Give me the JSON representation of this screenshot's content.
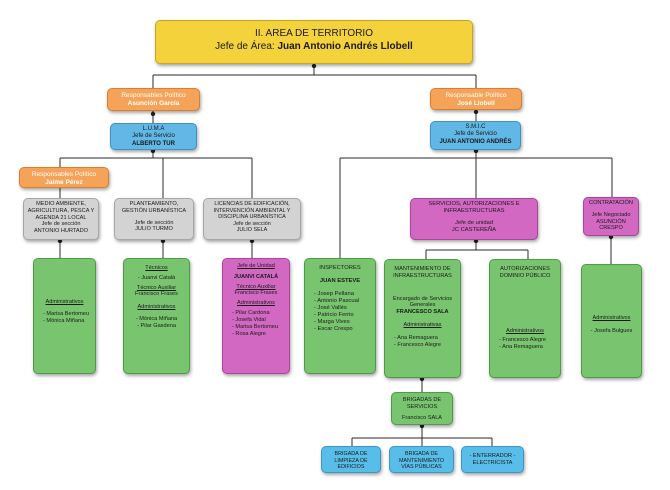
{
  "header": {
    "title": "II. AREA DE TERRITORIO",
    "subtitle_prefix": "Jefe de Área:",
    "subtitle_name": "Juan Antonio Andrés Llobell"
  },
  "political": {
    "left": {
      "role": "Responsables Político",
      "name": "Asunción García"
    },
    "right": {
      "role": "Responsable Político",
      "name": "José Llobell"
    },
    "third": {
      "role": "Responsables Político",
      "name": "Jaime Pérez"
    }
  },
  "services": {
    "luma": {
      "name": "L.U.M.A",
      "role": "Jefe de Servicio",
      "person": "ALBERTO TUR"
    },
    "smic": {
      "name": "S.M.I.C",
      "role": "Jefe de Servicio",
      "person": "JUAN ANTONIO ANDRÉS"
    }
  },
  "sections": {
    "medio": {
      "title": "MEDIO AMBIENTE, AGRICULTURA, PESCA Y AGENDA 21 LOCAL",
      "role": "Jefe de sección",
      "person": "ANTONIO HURTADO"
    },
    "planeamiento": {
      "title": "PLANTEAMIENTO, GESTIÓN URBANÍSTICA",
      "role": "Jefe de sección",
      "person": "JULIO TURMO"
    },
    "licencias": {
      "title": "LICENCIAS DE EDIFICACIÓN, INTERVENCIÓN AMBIENTAL Y DISCIPLINA URBANÍSTICA",
      "role": "Jefe de sección",
      "person": "JULIO SELA"
    },
    "servicios": {
      "title": "SERVICIOS, AUTORIZACIONES E INFRAESTRUCTURAS",
      "role": "Jefe de unidad",
      "person": "JC CASTEREÑA"
    },
    "contratacion": {
      "title": "CONTRATACIÓN",
      "role": "Jefe Negociado",
      "person": "ASUNCIÓN CRESPO"
    }
  },
  "units": {
    "medio": {
      "heading": "Administrativos",
      "items": [
        "- Marisa Bertomeu",
        "- Mónica Miñana"
      ]
    },
    "planeamiento": {
      "h1": "Técnicos",
      "i1": "- Juanvi Catalá",
      "h2": "Técnico Auxiliar",
      "i2": "Francisco Frases",
      "h3": "Administrativos",
      "i3": "- Mónica Miñana",
      "i4": "- Pilar Gasdena"
    },
    "licencias": {
      "h1": "Jefe de Unidad",
      "p1": "JUANVI CATALÁ",
      "h2": "Técnico Auxiliar",
      "p2": "Francisco Frases",
      "h3": "Administrativos",
      "items": [
        "- Pilar Cardona",
        "- Josefa Vidal",
        "- Marisa Bertomeu",
        "- Rosa Alegre"
      ]
    },
    "inspectores": {
      "title": "INSPECTORES",
      "person": "JUAN ESTEVE",
      "items": [
        "- Josep Pellana",
        "- Antonio Pascual",
        "- José Vallés",
        "- Patricio Ferrio",
        "- Marga Vives",
        "- Escar Crespo"
      ]
    },
    "mantenimiento": {
      "title": "MANTENIMIENTO DE INFRAESTRUCTURAS",
      "role": "Encargado de Servicios Generales",
      "person": "FRANCESCO SALA",
      "heading": "Administrativas",
      "items": [
        "- Ana Remaguera",
        "- Francesco Alegre"
      ]
    },
    "autorizaciones": {
      "title": "AUTORIZACIONES DOMINIO PÚBLICO",
      "heading": "Administrativos",
      "items": [
        "- Francesco Alegre",
        "- Ana Remaguera"
      ]
    },
    "contratacion": {
      "heading": "Administrativos",
      "items": [
        "- Josefa Bulgues"
      ]
    }
  },
  "brigadas": {
    "title": "BRIGADAS DE SERVICIOS",
    "person": "Francisco SALA"
  },
  "bottom": {
    "limpieza": "BRIGADA DE LIMPIEZA DE EDIFICIOS",
    "vias": "BRIGADA DE MANTENIMIENTO VÍAS PÚBLICAS",
    "electricista": "- ENTERRADOR - ELECTRICISTA"
  }
}
